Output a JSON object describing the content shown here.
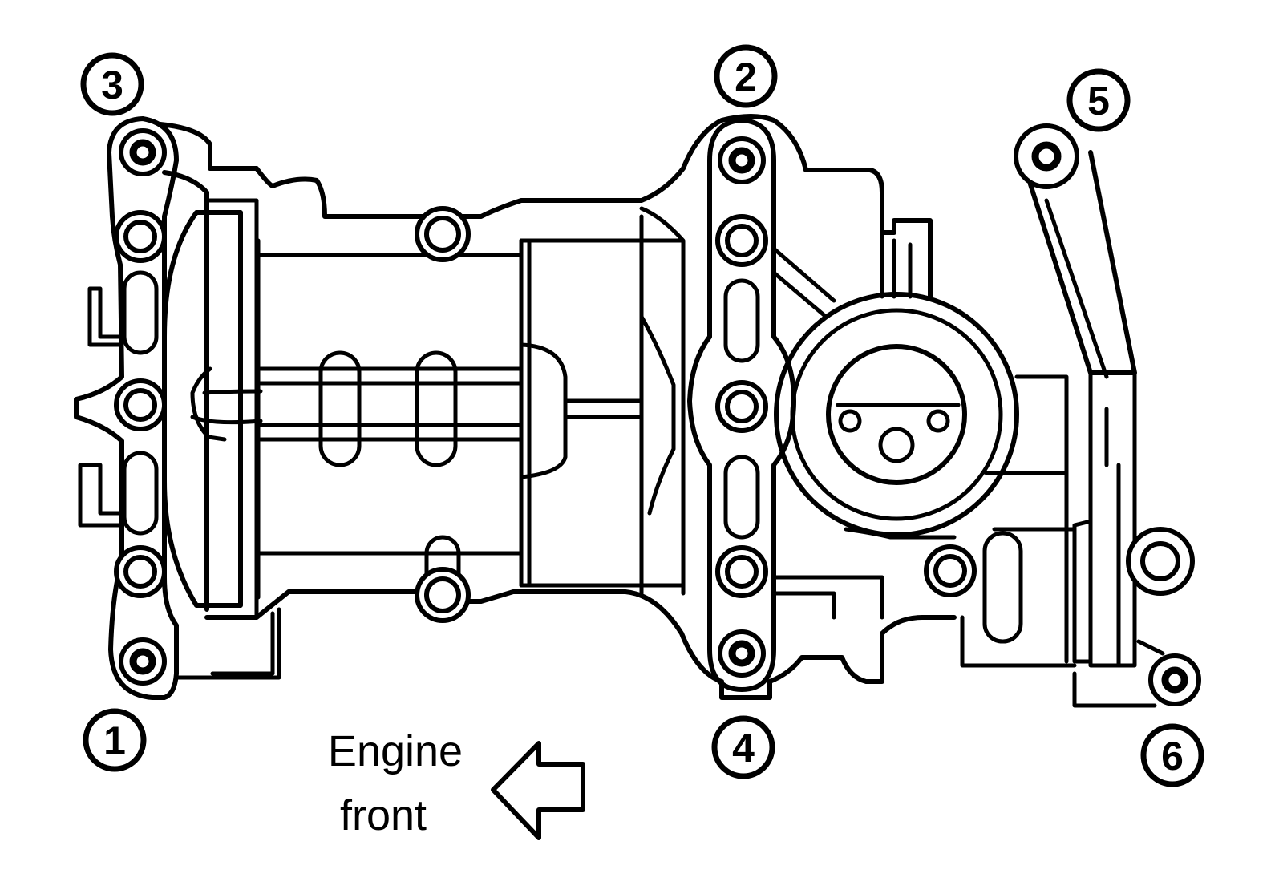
{
  "labels": {
    "n1": "1",
    "n2": "2",
    "n3": "3",
    "n4": "4",
    "n5": "5",
    "n6": "6"
  },
  "caption": {
    "line1": "Engine",
    "line2": "front"
  }
}
